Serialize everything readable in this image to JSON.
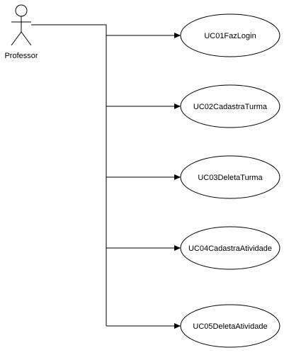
{
  "diagram": {
    "actor": {
      "label": "Professor"
    },
    "use_cases": [
      {
        "label": "UC01FazLogin"
      },
      {
        "label": "UC02CadastraTurma"
      },
      {
        "label": "UC03DeletaTurma"
      },
      {
        "label": "UC04CadastraAtividade"
      },
      {
        "label": "UC05DeletaAtividade"
      }
    ],
    "colors": {
      "stroke": "#000000",
      "fill": "#ffffff"
    }
  }
}
